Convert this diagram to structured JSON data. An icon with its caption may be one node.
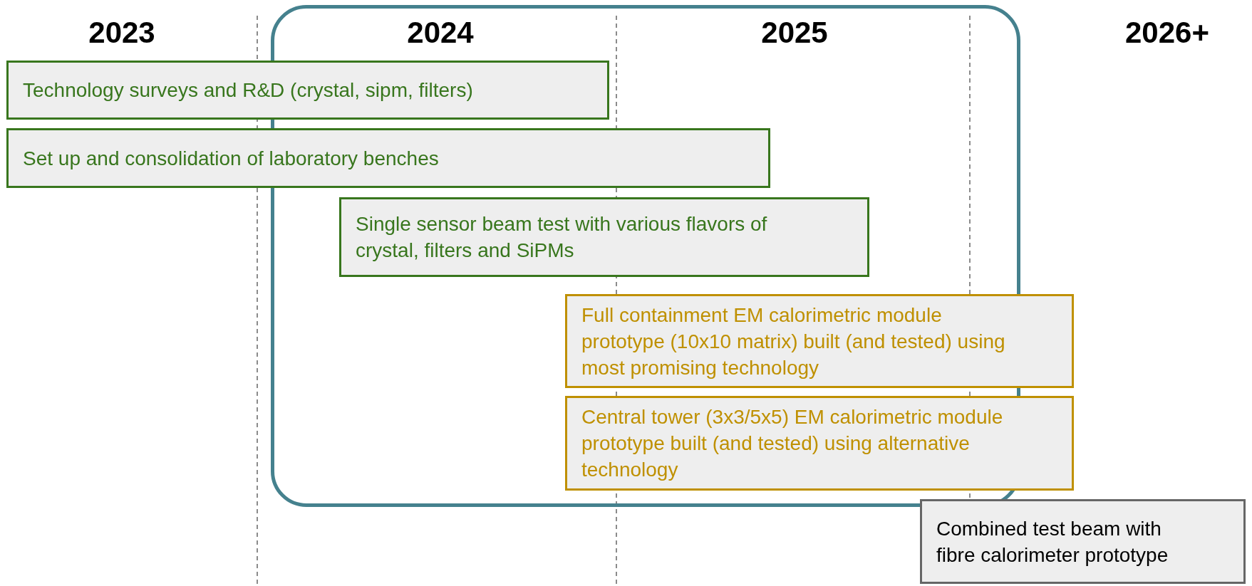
{
  "diagram": {
    "nodes": [
      {
        "text": [],
        "shape": "box"
      },
      {
        "text": [
          "Technology surveys and R&D (crystal, sipm, filters)"
        ]
      },
      {
        "text": [
          "Set up and consolidation of laboratory benches"
        ]
      },
      {
        "text": [
          "Single sensor beam test with various flavors of crystal, filters and SiPMs"
        ],
        "in": 0
      },
      {
        "text": [
          "Full containment EM calorimetric module prototype (10x10 matrix) built (and tested) using most promising technology"
        ]
      },
      {
        "text": [
          "Central tower (3x3/5x5) EM calorimetric module prototype built (and tested) using alternative technology"
        ]
      },
      {
        "text": [
          "Combined test beam with fibre calorimeter prototype"
        ]
      }
    ],
    "labels": [
      "2023",
      "2024",
      "2025",
      "2026+"
    ]
  }
}
